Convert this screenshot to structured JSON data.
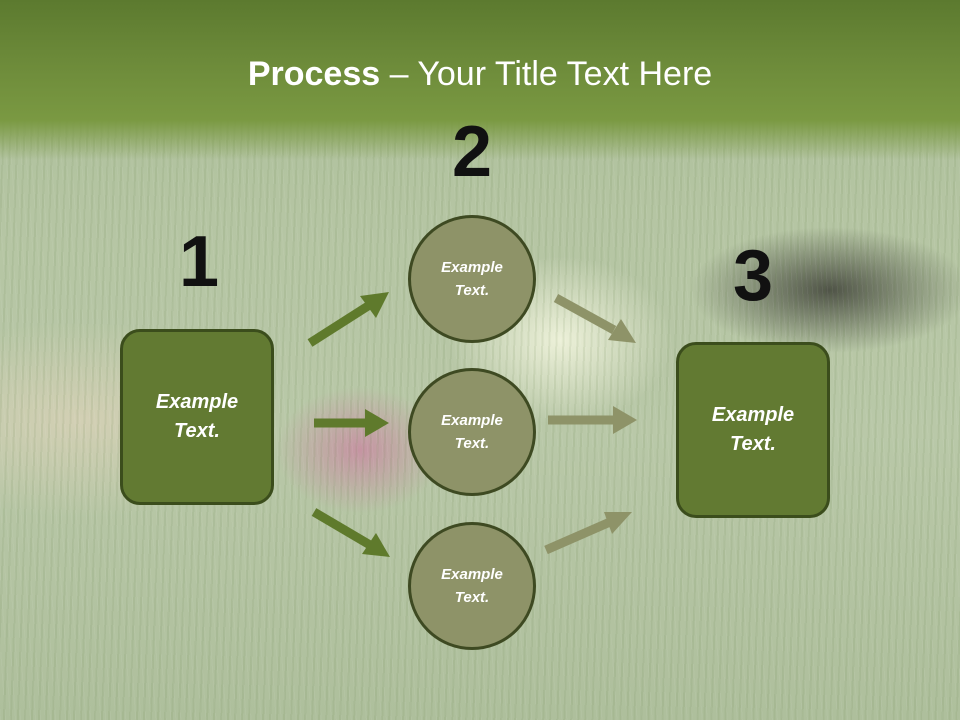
{
  "slide": {
    "title_bold": "Process",
    "title_rest": " – Your Title Text Here"
  },
  "steps": {
    "one": "1",
    "two": "2",
    "three": "3"
  },
  "nodes": {
    "left": [
      "Example",
      "Text."
    ],
    "mid_top": [
      "Example",
      "Text."
    ],
    "mid_center": [
      "Example",
      "Text."
    ],
    "mid_bottom": [
      "Example",
      "Text."
    ],
    "right": [
      "Example",
      "Text."
    ]
  },
  "colors": {
    "header": "#6d8b3a",
    "box_fill": "#627a32",
    "circle_fill": "#8e9368",
    "arrow_left": "#5f7a2c",
    "arrow_right": "#8e9368"
  }
}
